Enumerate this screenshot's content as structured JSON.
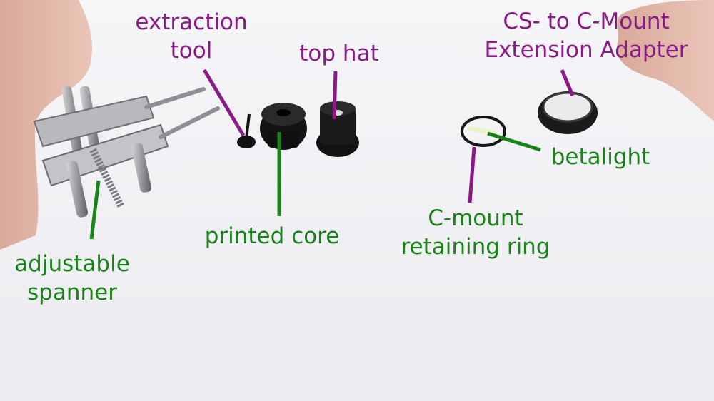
{
  "colors": {
    "purple_label": "#8a1a86",
    "green_label": "#188418",
    "background": "#f3f3f6"
  },
  "labels": {
    "extraction_tool": [
      "extraction",
      "tool"
    ],
    "top_hat": "top hat",
    "adapter": [
      "CS- to C-Mount",
      "Extension Adapter"
    ],
    "betalight": "betalight",
    "printed_core": "printed core",
    "retaining_ring": [
      "C-mount",
      "retaining ring"
    ],
    "spanner": [
      "adjustable",
      "spanner"
    ]
  }
}
